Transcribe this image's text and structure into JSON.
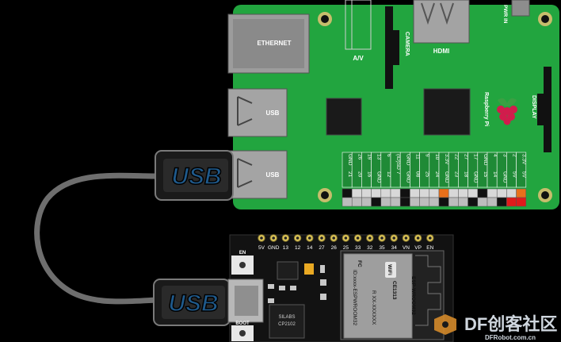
{
  "pi": {
    "brand": "Raspberry Pi",
    "ports": {
      "ethernet": "ETHERNET",
      "usb_top": "USB",
      "usb_bottom": "USB",
      "av": "A/V",
      "camera": "CAMERA",
      "hdmi": "HDMI",
      "pwr": "PWR IN",
      "display": "DISPLAY"
    },
    "gpio_top": [
      "GND",
      "26",
      "19",
      "13",
      "6",
      "(ID)SD",
      "GND",
      "11",
      "9",
      "10",
      "3.3V",
      "22",
      "27",
      "17",
      "GND",
      "4",
      "3",
      "2",
      "3.3V"
    ],
    "gpio_bottom": [
      "21",
      "20",
      "16",
      "GND",
      "12",
      "7",
      "GND",
      "08",
      "25",
      "24",
      "GND",
      "23",
      "18",
      "GND",
      "15",
      "14",
      "GND",
      "5V",
      "5V"
    ],
    "colors": {
      "board": "#22a53f",
      "header_green": "#1f8a36",
      "pin_orange": "#e8701b",
      "pin_red": "#e01b1b"
    }
  },
  "cable": {
    "usb_top_label": "USB",
    "usb_bottom_label": "USB",
    "cable_color": "#6e6e6e"
  },
  "esp32": {
    "header_pins": [
      "5V",
      "GND",
      "13",
      "12",
      "14",
      "27",
      "26",
      "25",
      "33",
      "32",
      "35",
      "34",
      "VN",
      "VP",
      "EN"
    ],
    "button_en": "EN",
    "button_boot": "BOOT",
    "chip_lines": [
      "SILABS",
      "CP2102"
    ],
    "module": {
      "wifi": "WiFi",
      "cert": "CE1313",
      "model": "ESP-WROOM32",
      "id": "ID:xxxx-ESPWROOM32",
      "rid": "R XX-XXXXXX",
      "fc": "FC"
    }
  },
  "watermark": {
    "text": "DF创客社区",
    "url": "DFRobot.com.cn"
  }
}
